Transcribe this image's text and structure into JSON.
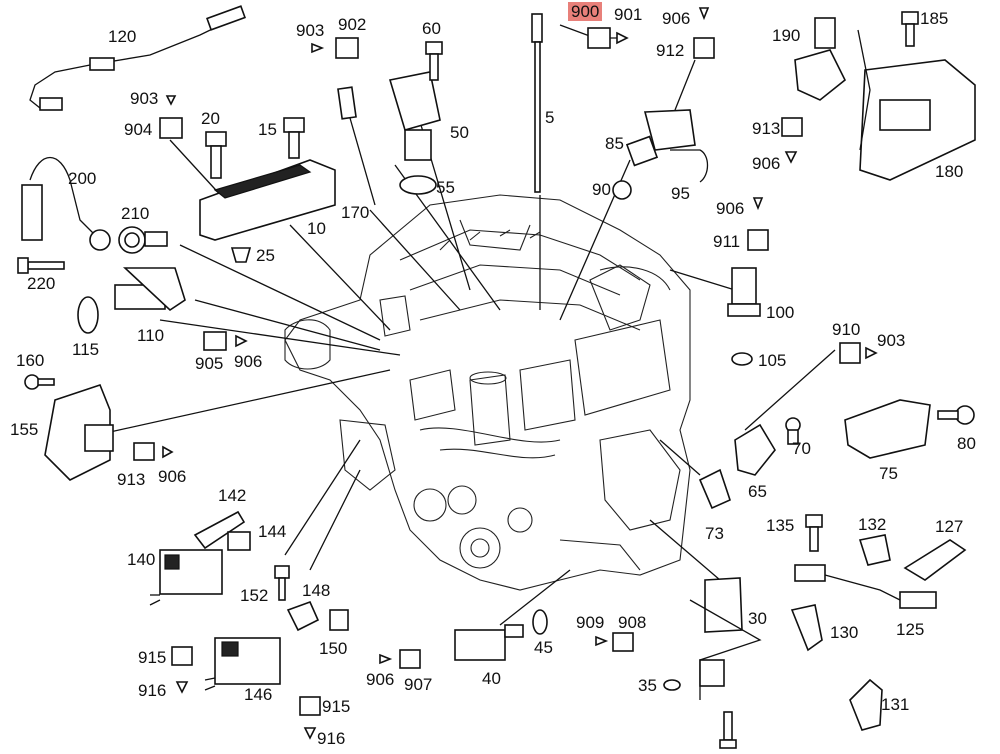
{
  "callouts": {
    "c900": "900",
    "c901": "901",
    "c902": "902",
    "c903a": "903",
    "c60": "60",
    "c120": "120",
    "c906a": "906",
    "c185": "185",
    "c912": "912",
    "c190": "190",
    "c5": "5",
    "c50": "50",
    "c903b": "903",
    "c904": "904",
    "c20": "20",
    "c15": "15",
    "c200": "200",
    "c55": "55",
    "c85": "85",
    "c95": "95",
    "c90": "90",
    "c913a": "913",
    "c906b": "906",
    "c180": "180",
    "c210": "210",
    "c10": "10",
    "c170": "170",
    "c906c": "906",
    "c911": "911",
    "c220": "220",
    "c25": "25",
    "c100": "100",
    "c115": "115",
    "c110": "110",
    "c905": "905",
    "c906d": "906",
    "c105": "105",
    "c910": "910",
    "c903c": "903",
    "c160": "160",
    "c155": "155",
    "c913b": "913",
    "c906e": "906",
    "c70": "70",
    "c80": "80",
    "c75": "75",
    "c65": "65",
    "c73": "73",
    "c142": "142",
    "c144": "144",
    "c140": "140",
    "c135": "135",
    "c132": "132",
    "c127": "127",
    "c152": "152",
    "c148": "148",
    "c150": "150",
    "c30": "30",
    "c125": "125",
    "c909": "909",
    "c908": "908",
    "c130": "130",
    "c915a": "915",
    "c45": "45",
    "c916a": "916",
    "c146": "146",
    "c906f": "906",
    "c907": "907",
    "c40": "40",
    "c35": "35",
    "c915b": "915",
    "c916b": "916",
    "c131": "131"
  },
  "highlight": {
    "callout": "900",
    "color": "#e8807a"
  }
}
